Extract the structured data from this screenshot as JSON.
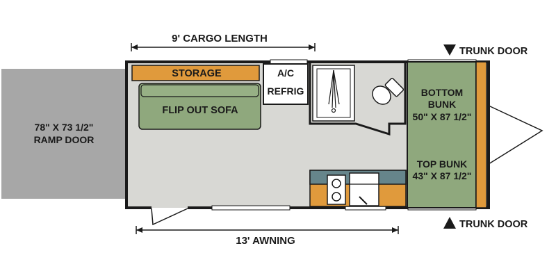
{
  "labels": {
    "cargo_length": "9' CARGO LENGTH",
    "storage": "STORAGE",
    "ac": "A/C",
    "refrig": "REFRIG",
    "flip_out_sofa": "FLIP OUT SOFA",
    "ramp_door_size": "78\" X 73 1/2\"",
    "ramp_door": "RAMP DOOR",
    "trunk_door_top": "TRUNK DOOR",
    "trunk_door_bottom": "TRUNK DOOR",
    "bottom_bunk": "BOTTOM",
    "bottom_bunk_2": "BUNK",
    "bottom_bunk_size": "50\" X 87 1/2\"",
    "top_bunk": "TOP BUNK",
    "top_bunk_size": "43\" X 87 1/2\"",
    "awning": "13' AWNING"
  },
  "colors": {
    "floor": "#d8d8d4",
    "ramp": "#a7a7a7",
    "wall": "#1a1a1a",
    "orange": "#e09a3c",
    "green": "#8fa87d",
    "green_dark": "#6e8a60",
    "teal": "#66858b",
    "white": "#ffffff"
  }
}
